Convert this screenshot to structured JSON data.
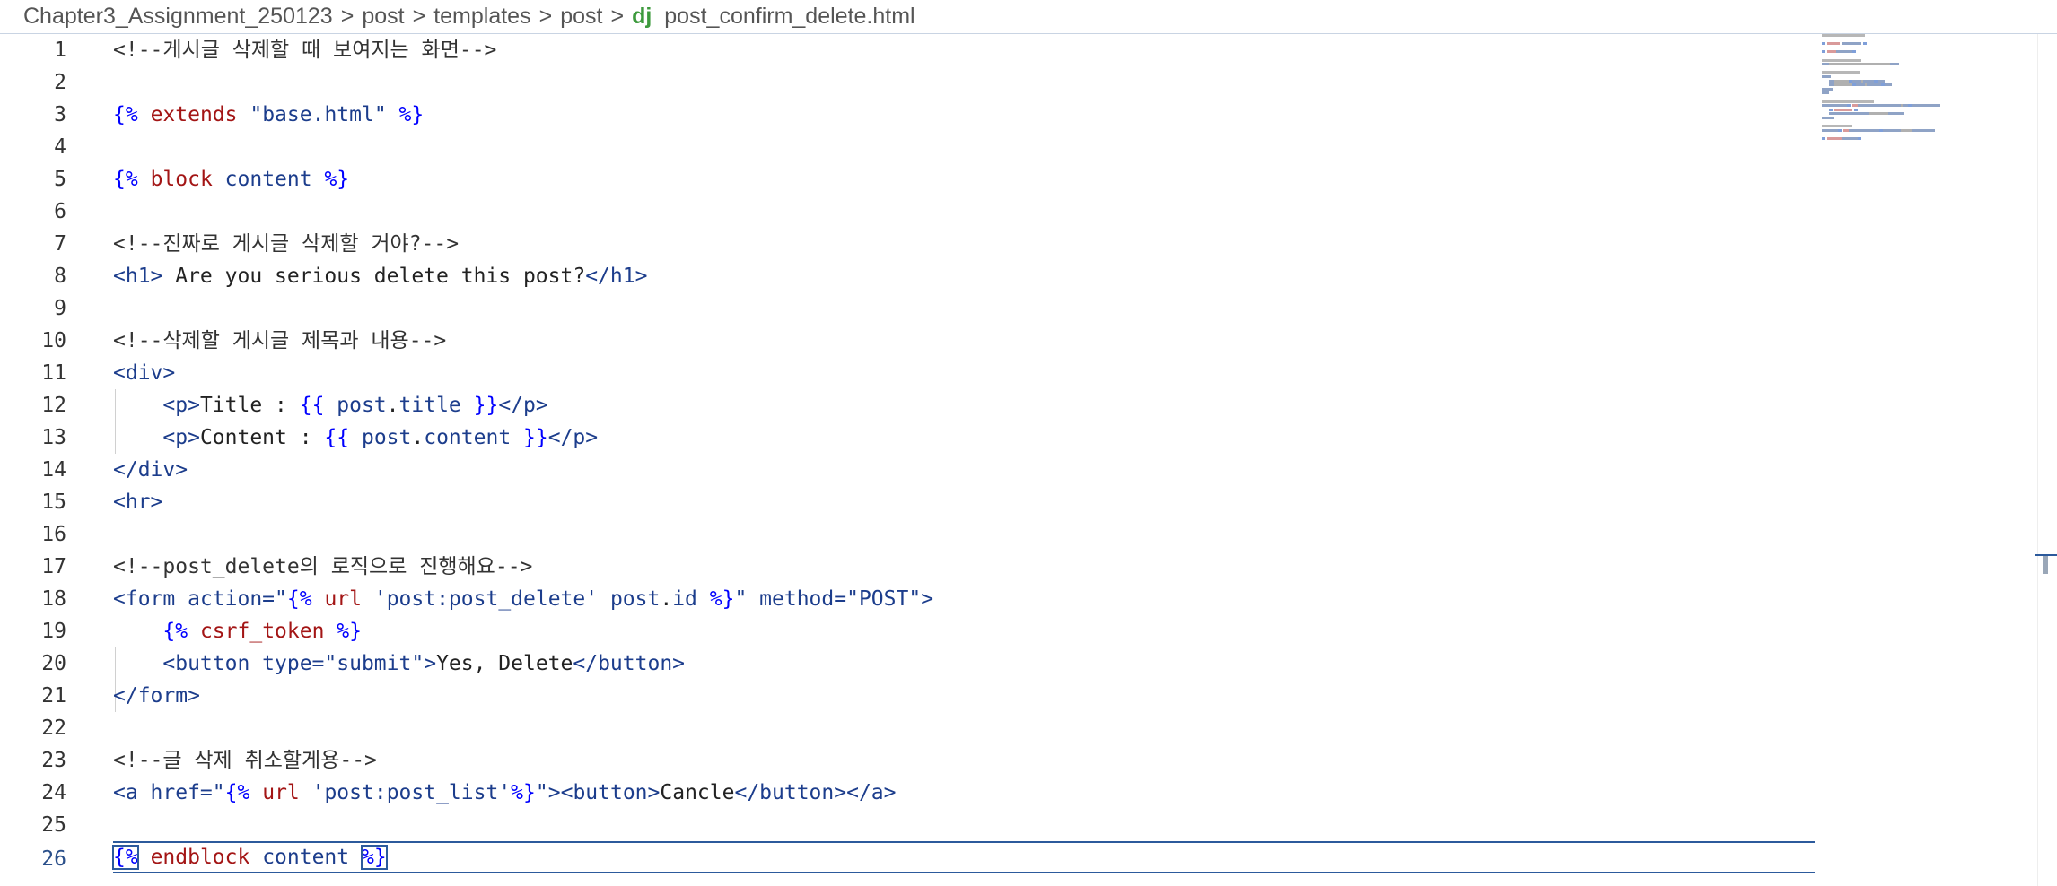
{
  "breadcrumb": {
    "segments": [
      "Chapter3_Assignment_250123",
      "post",
      "templates",
      "post"
    ],
    "file_icon": "dj",
    "file_name": "post_confirm_delete.html"
  },
  "editor": {
    "active_line": 26,
    "lines": [
      {
        "n": "1",
        "tokens": [
          {
            "t": "<!--게시글 삭제할 때 보여지는 화면-->",
            "c": "c"
          }
        ]
      },
      {
        "n": "2",
        "tokens": []
      },
      {
        "n": "3",
        "tokens": [
          {
            "t": "{%",
            "c": "k"
          },
          {
            "t": " ",
            "c": "txt"
          },
          {
            "t": "extends",
            "c": "r"
          },
          {
            "t": " ",
            "c": "txt"
          },
          {
            "t": "\"base.html\"",
            "c": "s"
          },
          {
            "t": " ",
            "c": "txt"
          },
          {
            "t": "%}",
            "c": "k"
          }
        ]
      },
      {
        "n": "4",
        "tokens": []
      },
      {
        "n": "5",
        "tokens": [
          {
            "t": "{%",
            "c": "k"
          },
          {
            "t": " ",
            "c": "txt"
          },
          {
            "t": "block",
            "c": "r"
          },
          {
            "t": " content ",
            "c": "s"
          },
          {
            "t": "%}",
            "c": "k"
          }
        ]
      },
      {
        "n": "6",
        "tokens": []
      },
      {
        "n": "7",
        "tokens": [
          {
            "t": "<!--진짜로 게시글 삭제할 거야?-->",
            "c": "c"
          }
        ]
      },
      {
        "n": "8",
        "tokens": [
          {
            "t": "<h1>",
            "c": "tag"
          },
          {
            "t": " Are you serious delete this post?",
            "c": "txt"
          },
          {
            "t": "</h1>",
            "c": "tag"
          }
        ]
      },
      {
        "n": "9",
        "tokens": []
      },
      {
        "n": "10",
        "tokens": [
          {
            "t": "<!--삭제할 게시글 제목과 내용-->",
            "c": "c"
          }
        ]
      },
      {
        "n": "11",
        "tokens": [
          {
            "t": "<div>",
            "c": "tag"
          }
        ]
      },
      {
        "n": "12",
        "tokens": [
          {
            "t": "    ",
            "c": "txt"
          },
          {
            "t": "<p>",
            "c": "tag"
          },
          {
            "t": "Title : ",
            "c": "txt"
          },
          {
            "t": "{{",
            "c": "k"
          },
          {
            "t": " post",
            "c": "s"
          },
          {
            "t": ".",
            "c": "txt"
          },
          {
            "t": "title ",
            "c": "s"
          },
          {
            "t": "}}",
            "c": "k"
          },
          {
            "t": "</p>",
            "c": "tag"
          }
        ]
      },
      {
        "n": "13",
        "tokens": [
          {
            "t": "    ",
            "c": "txt"
          },
          {
            "t": "<p>",
            "c": "tag"
          },
          {
            "t": "Content : ",
            "c": "txt"
          },
          {
            "t": "{{",
            "c": "k"
          },
          {
            "t": " post",
            "c": "s"
          },
          {
            "t": ".",
            "c": "txt"
          },
          {
            "t": "content ",
            "c": "s"
          },
          {
            "t": "}}",
            "c": "k"
          },
          {
            "t": "</p>",
            "c": "tag"
          }
        ]
      },
      {
        "n": "14",
        "tokens": [
          {
            "t": "</div>",
            "c": "tag"
          }
        ]
      },
      {
        "n": "15",
        "tokens": [
          {
            "t": "<hr>",
            "c": "tag"
          }
        ]
      },
      {
        "n": "16",
        "tokens": []
      },
      {
        "n": "17",
        "tokens": [
          {
            "t": "<!--post_delete의 로직으로 진행해요-->",
            "c": "c"
          }
        ]
      },
      {
        "n": "18",
        "tokens": [
          {
            "t": "<form ",
            "c": "tag"
          },
          {
            "t": "action=",
            "c": "attr"
          },
          {
            "t": "\"",
            "c": "s"
          },
          {
            "t": "{%",
            "c": "k"
          },
          {
            "t": " ",
            "c": "txt"
          },
          {
            "t": "url",
            "c": "r"
          },
          {
            "t": " 'post:post_delete' post",
            "c": "s"
          },
          {
            "t": ".",
            "c": "txt"
          },
          {
            "t": "id ",
            "c": "s"
          },
          {
            "t": "%}",
            "c": "k"
          },
          {
            "t": "\"",
            "c": "s"
          },
          {
            "t": " method=",
            "c": "attr"
          },
          {
            "t": "\"POST\"",
            "c": "s"
          },
          {
            "t": ">",
            "c": "tag"
          }
        ]
      },
      {
        "n": "19",
        "tokens": [
          {
            "t": "    ",
            "c": "txt"
          },
          {
            "t": "{%",
            "c": "k"
          },
          {
            "t": " ",
            "c": "txt"
          },
          {
            "t": "csrf_token",
            "c": "r"
          },
          {
            "t": " ",
            "c": "txt"
          },
          {
            "t": "%}",
            "c": "k"
          }
        ]
      },
      {
        "n": "20",
        "tokens": [
          {
            "t": "    ",
            "c": "txt"
          },
          {
            "t": "<button ",
            "c": "tag"
          },
          {
            "t": "type=",
            "c": "attr"
          },
          {
            "t": "\"submit\"",
            "c": "s"
          },
          {
            "t": ">",
            "c": "tag"
          },
          {
            "t": "Yes, Delete",
            "c": "txt"
          },
          {
            "t": "</button>",
            "c": "tag"
          }
        ]
      },
      {
        "n": "21",
        "tokens": [
          {
            "t": "</form>",
            "c": "tag"
          }
        ]
      },
      {
        "n": "22",
        "tokens": []
      },
      {
        "n": "23",
        "tokens": [
          {
            "t": "<!--글 삭제 취소할게용-->",
            "c": "c"
          }
        ]
      },
      {
        "n": "24",
        "tokens": [
          {
            "t": "<a ",
            "c": "tag"
          },
          {
            "t": "href=",
            "c": "attr"
          },
          {
            "t": "\"",
            "c": "s"
          },
          {
            "t": "{%",
            "c": "k"
          },
          {
            "t": " ",
            "c": "txt"
          },
          {
            "t": "url",
            "c": "r"
          },
          {
            "t": " 'post:post_list'",
            "c": "s"
          },
          {
            "t": "%}",
            "c": "k"
          },
          {
            "t": "\"",
            "c": "s"
          },
          {
            "t": ">",
            "c": "tag"
          },
          {
            "t": "<button>",
            "c": "tag"
          },
          {
            "t": "Cancle",
            "c": "txt"
          },
          {
            "t": "</button>",
            "c": "tag"
          },
          {
            "t": "</a>",
            "c": "tag"
          }
        ]
      },
      {
        "n": "25",
        "tokens": []
      },
      {
        "n": "26",
        "tokens": [
          {
            "t": "{%",
            "c": "k",
            "box": true
          },
          {
            "t": " ",
            "c": "txt"
          },
          {
            "t": "endblock",
            "c": "r"
          },
          {
            "t": " content ",
            "c": "s"
          },
          {
            "t": "%}",
            "c": "k",
            "box": true
          }
        ]
      }
    ]
  },
  "colors": {
    "comment": "#333333",
    "keyword": "#0000ff",
    "template_tag": "#a31515",
    "string": "#1c3d8c",
    "accent": "#2c5a9c",
    "django_icon": "#3d9a3d"
  }
}
